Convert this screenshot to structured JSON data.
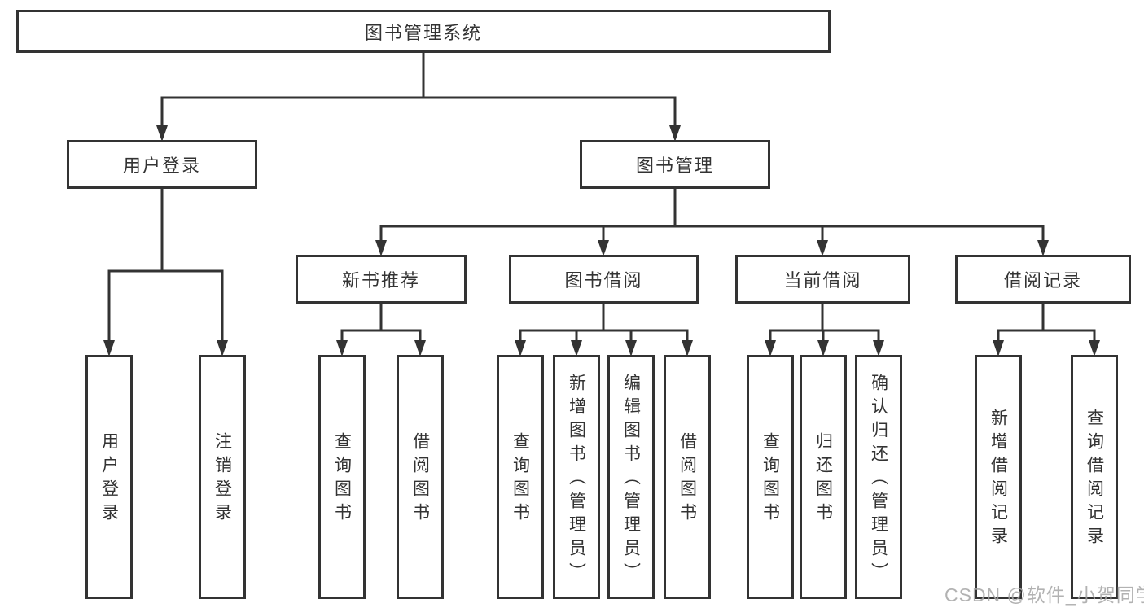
{
  "nodes": {
    "root": {
      "label": "图书管理系统"
    },
    "level2": [
      {
        "label": "用户登录"
      },
      {
        "label": "图书管理"
      }
    ],
    "level3": [
      {
        "label": "新书推荐",
        "parent": "图书管理"
      },
      {
        "label": "图书借阅",
        "parent": "图书管理"
      },
      {
        "label": "当前借阅",
        "parent": "图书管理"
      },
      {
        "label": "借阅记录",
        "parent": "图书管理"
      }
    ],
    "leaves": [
      {
        "label": "用户登录",
        "parent": "用户登录"
      },
      {
        "label": "注销登录",
        "parent": "用户登录"
      },
      {
        "label": "查询图书",
        "parent": "新书推荐"
      },
      {
        "label": "借阅图书",
        "parent": "新书推荐"
      },
      {
        "label": "查询图书",
        "parent": "图书借阅"
      },
      {
        "label": "新增图书（管理员）",
        "parent": "图书借阅"
      },
      {
        "label": "编辑图书（管理员）",
        "parent": "图书借阅"
      },
      {
        "label": "借阅图书",
        "parent": "图书借阅"
      },
      {
        "label": "查询图书",
        "parent": "当前借阅"
      },
      {
        "label": "归还图书",
        "parent": "当前借阅"
      },
      {
        "label": "确认归还（管理员）",
        "parent": "当前借阅"
      },
      {
        "label": "新增借阅记录",
        "parent": "借阅记录"
      },
      {
        "label": "查询借阅记录",
        "parent": "借阅记录"
      }
    ]
  },
  "watermark": {
    "text": "CSDN @软件_小贺同学"
  },
  "colors": {
    "line": "#333333",
    "text": "#333333",
    "box_background": "#ffffff",
    "page_background": "#ffffff",
    "watermark": "#a5a5a5"
  }
}
